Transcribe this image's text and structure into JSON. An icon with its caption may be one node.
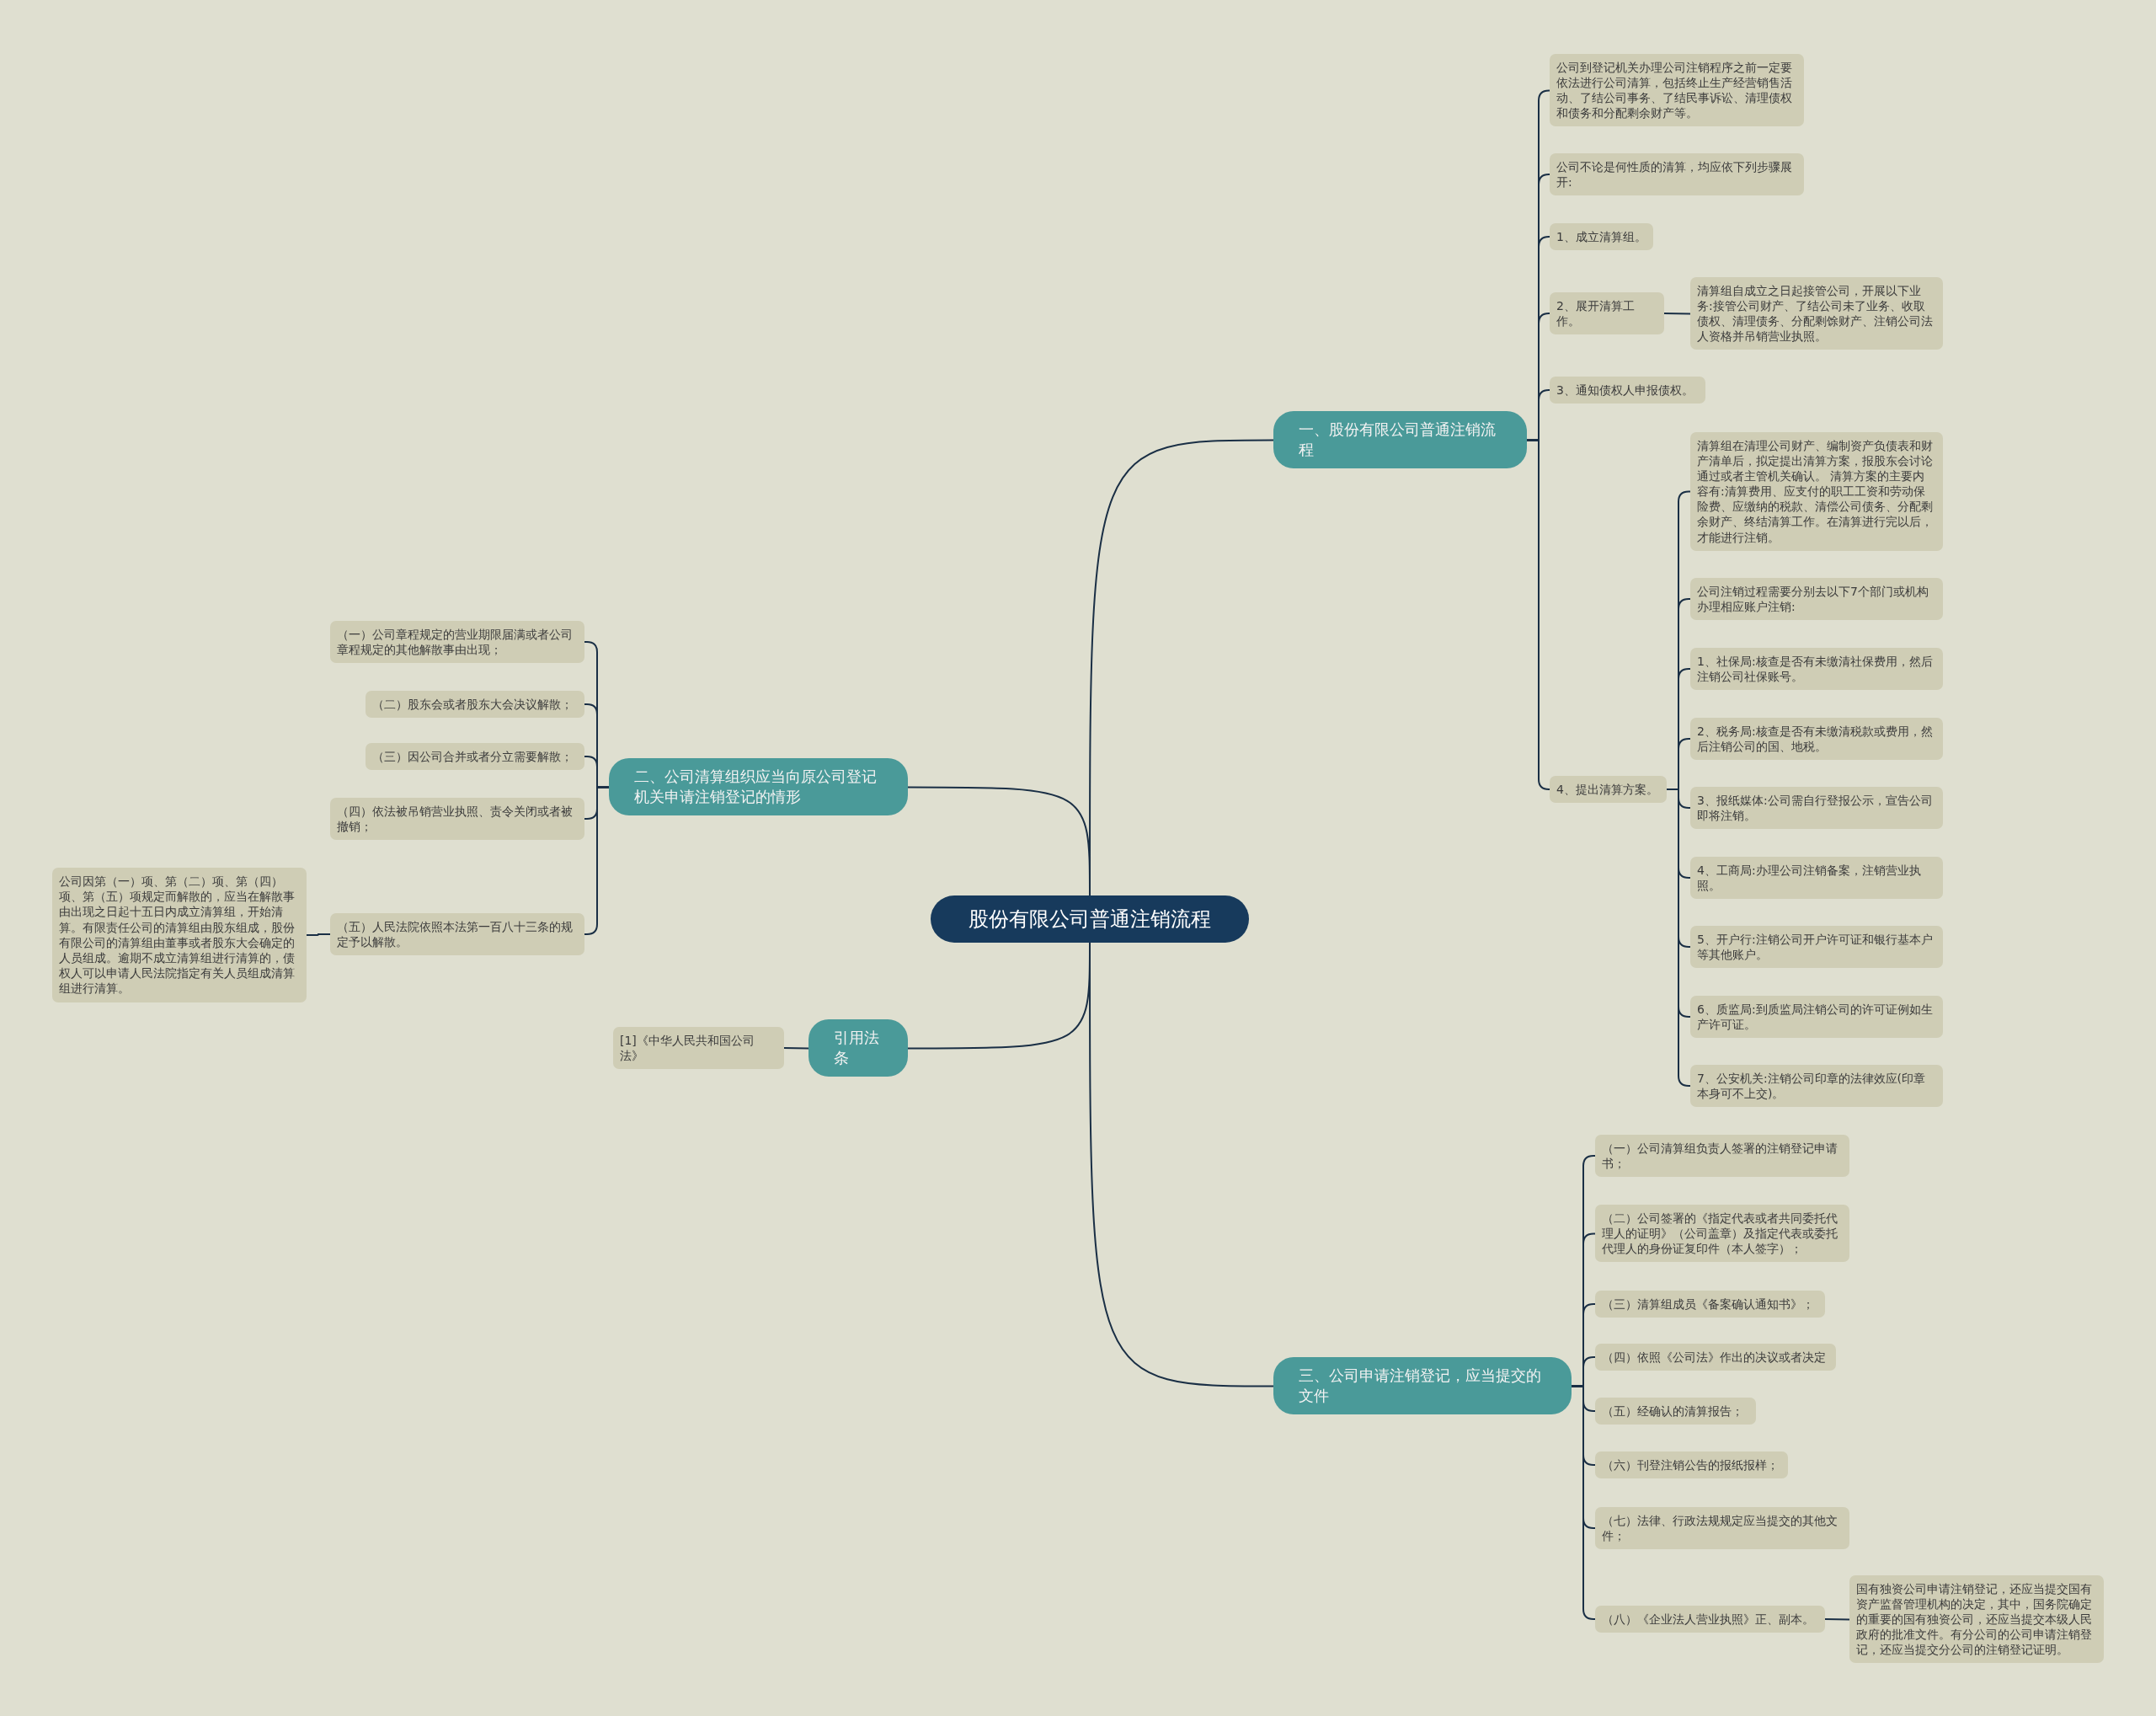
{
  "diagram": {
    "nodes": [
      {
        "text": [
          "股份有限公司普通注销流程"
        ]
      },
      {
        "text": [
          "一、股份有限公司普通注销流程"
        ]
      },
      {
        "text": [
          "公司到登记机关办理公司注销程序之前一定要依法进行公司清算，包括终止生产经营销售活动、了结公司事务、了结民事诉讼、清理债权和债务和分配剩余财产等。"
        ]
      },
      {
        "text": [
          "公司不论是何性质的清算，均应依下列步骤展开:"
        ]
      },
      {
        "text": [
          "1、成立清算组。"
        ]
      },
      {
        "text": [
          "2、展开清算工作。"
        ]
      },
      {
        "text": [
          "清算组自成立之日起接管公司，开展以下业务:接管公司财产、了结公司未了业务、收取债权、清理债务、分配剩馀财产、注销公司法人资格并吊销营业执照。"
        ]
      },
      {
        "text": [
          "3、通知债权人申报债权。"
        ]
      },
      {
        "text": [
          "4、提出清算方案。"
        ]
      },
      {
        "text": [
          "清算组在清理公司财产、编制资产负债表和财产清单后，拟定提出清算方案，报股东会讨论通过或者主管机关确认。 清算方案的主要内容有:清算费用、应支付的职工工资和劳动保险费、应缴纳的税款、清偿公司债务、分配剩余财产、终结清算工作。在清算进行完以后，才能进行注销。"
        ]
      },
      {
        "text": [
          "公司注销过程需要分别去以下7个部门或机构办理相应账户注销:"
        ]
      },
      {
        "text": [
          "1、社保局:核查是否有未缴清社保费用，然后注销公司社保账号。"
        ]
      },
      {
        "text": [
          "2、税务局:核查是否有未缴清税款或费用，然后注销公司的国、地税。"
        ]
      },
      {
        "text": [
          "3、报纸媒体:公司需自行登报公示，宣告公司即将注销。"
        ]
      },
      {
        "text": [
          "4、工商局:办理公司注销备案，注销营业执照。"
        ]
      },
      {
        "text": [
          "5、开户行:注销公司开户许可证和银行基本户等其他账户。"
        ]
      },
      {
        "text": [
          "6、质监局:到质监局注销公司的许可证例如生产许可证。"
        ]
      },
      {
        "text": [
          "7、公安机关:注销公司印章的法律效应(印章本身可不上交)。"
        ]
      },
      {
        "text": [
          "二、公司清算组织应当向原公司登记机关申请注销登记的情形"
        ]
      },
      {
        "text": [
          "（一）公司章程规定的营业期限届满或者公司章程规定的其他解散事由出现；"
        ]
      },
      {
        "text": [
          "（二）股东会或者股东大会决议解散；"
        ]
      },
      {
        "text": [
          "（三）因公司合并或者分立需要解散；"
        ]
      },
      {
        "text": [
          "（四）依法被吊销营业执照、责令关闭或者被撤销；"
        ]
      },
      {
        "text": [
          "（五）人民法院依照本法第一百八十三条的规定予以解散。"
        ]
      },
      {
        "text": [
          "公司因第（一）项、第（二）项、第（四）项、第（五）项规定而解散的，应当在解散事由出现之日起十五日内成立清算组，开始清算。有限责任公司的清算组由股东组成，股份有限公司的清算组由董事或者股东大会确定的人员组成。逾期不成立清算组进行清算的，债权人可以申请人民法院指定有关人员组成清算组进行清算。"
        ]
      },
      {
        "text": [
          "引用法条"
        ]
      },
      {
        "text": [
          "[1]《中华人民共和国公司法》"
        ]
      },
      {
        "text": [
          "三、公司申请注销登记，应当提交的文件"
        ]
      },
      {
        "text": [
          "（一）公司清算组负责人签署的注销登记申请书；"
        ]
      },
      {
        "text": [
          "（二）公司签署的《指定代表或者共同委托代理人的证明》（公司盖章）及指定代表或委托代理人的身份证复印件（本人签字）；"
        ]
      },
      {
        "text": [
          "（三）清算组成员《备案确认通知书》；"
        ]
      },
      {
        "text": [
          "（四）依照《公司法》作出的决议或者决定"
        ]
      },
      {
        "text": [
          "（五）经确认的清算报告；"
        ]
      },
      {
        "text": [
          "（六）刊登注销公告的报纸报样；"
        ]
      },
      {
        "text": [
          "（七）法律、行政法规规定应当提交的其他文件；"
        ]
      },
      {
        "text": [
          "（八）《企业法人营业执照》正、副本。"
        ]
      },
      {
        "text": [
          "国有独资公司申请注销登记，还应当提交国有资产监督管理机构的决定，其中，国务院确定的重要的国有独资公司，还应当提交本级人民政府的批准文件。有分公司的公司申请注销登记，还应当提交分公司的注销登记证明。"
        ]
      }
    ],
    "edges": [
      {
        "from": 0,
        "to": 1,
        "arrow": "none"
      },
      {
        "from": 1,
        "to": 2,
        "arrow": "none"
      },
      {
        "from": 1,
        "to": 3,
        "arrow": "none"
      },
      {
        "from": 1,
        "to": 4,
        "arrow": "none"
      },
      {
        "from": 1,
        "to": 5,
        "arrow": "none"
      },
      {
        "from": 5,
        "to": 6,
        "arrow": "none"
      },
      {
        "from": 1,
        "to": 7,
        "arrow": "none"
      },
      {
        "from": 1,
        "to": 8,
        "arrow": "none"
      },
      {
        "from": 8,
        "to": 9,
        "arrow": "none"
      },
      {
        "from": 8,
        "to": 10,
        "arrow": "none"
      },
      {
        "from": 8,
        "to": 11,
        "arrow": "none"
      },
      {
        "from": 8,
        "to": 12,
        "arrow": "none"
      },
      {
        "from": 8,
        "to": 13,
        "arrow": "none"
      },
      {
        "from": 8,
        "to": 14,
        "arrow": "none"
      },
      {
        "from": 8,
        "to": 15,
        "arrow": "none"
      },
      {
        "from": 8,
        "to": 16,
        "arrow": "none"
      },
      {
        "from": 8,
        "to": 17,
        "arrow": "none"
      },
      {
        "from": 0,
        "to": 18,
        "arrow": "none"
      },
      {
        "from": 18,
        "to": 19,
        "arrow": "none"
      },
      {
        "from": 18,
        "to": 20,
        "arrow": "none"
      },
      {
        "from": 18,
        "to": 21,
        "arrow": "none"
      },
      {
        "from": 18,
        "to": 22,
        "arrow": "none"
      },
      {
        "from": 18,
        "to": 23,
        "arrow": "none"
      },
      {
        "from": 23,
        "to": 24,
        "arrow": "none"
      },
      {
        "from": 0,
        "to": 25,
        "arrow": "none"
      },
      {
        "from": 25,
        "to": 26,
        "arrow": "none"
      },
      {
        "from": 0,
        "to": 27,
        "arrow": "none"
      },
      {
        "from": 27,
        "to": 28,
        "arrow": "none"
      },
      {
        "from": 27,
        "to": 29,
        "arrow": "none"
      },
      {
        "from": 27,
        "to": 30,
        "arrow": "none"
      },
      {
        "from": 27,
        "to": 31,
        "arrow": "none"
      },
      {
        "from": 27,
        "to": 32,
        "arrow": "none"
      },
      {
        "from": 27,
        "to": 33,
        "arrow": "none"
      },
      {
        "from": 27,
        "to": 34,
        "arrow": "none"
      },
      {
        "from": 27,
        "to": 35,
        "arrow": "none"
      },
      {
        "from": 35,
        "to": 36,
        "arrow": "none"
      }
    ]
  }
}
